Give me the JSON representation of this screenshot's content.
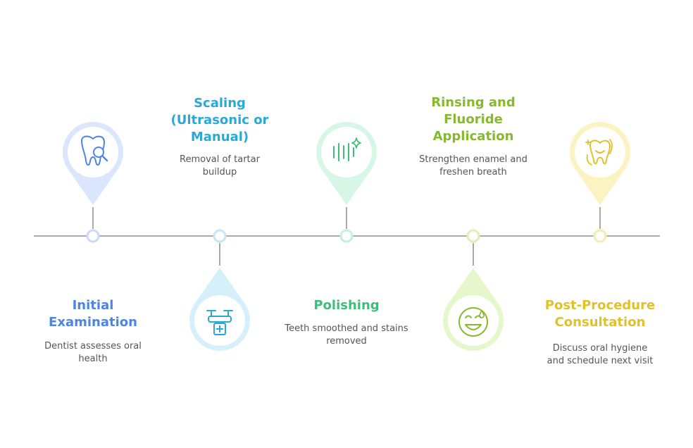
{
  "steps": [
    {
      "title": "Initial\nExamination",
      "description": "Dentist assesses oral health",
      "icon": "tooth-magnifier-icon",
      "color": "#4a86e8",
      "pin_color": "#dbe6fc",
      "node_color": "#c9daf8"
    },
    {
      "title": "Scaling\n(Ultrasonic or\nManual)",
      "description": "Removal of tartar buildup",
      "icon": "dental-drone-icon",
      "color": "#2aa8d6",
      "pin_color": "#d6f0fb",
      "node_color": "#c2e8f7"
    },
    {
      "title": "Polishing",
      "description": "Teeth smoothed and stains removed",
      "icon": "sparkle-polish-icon",
      "color": "#3dbf7a",
      "pin_color": "#d7f7e6",
      "node_color": "#c5f0da"
    },
    {
      "title": "Rinsing and\nFluoride\nApplication",
      "description": "Strengthen enamel and freshen breath",
      "icon": "smiley-droplet-icon",
      "color": "#86b92e",
      "pin_color": "#e7f7cc",
      "node_color": "#daf0b8"
    },
    {
      "title": "Post-Procedure\nConsultation",
      "description": "Discuss oral hygiene and schedule next visit",
      "icon": "happy-tooth-icon",
      "color": "#e0c12a",
      "pin_color": "#fcf3c2",
      "node_color": "#f8ebab"
    }
  ],
  "timeline_color": "#aaaaaa"
}
